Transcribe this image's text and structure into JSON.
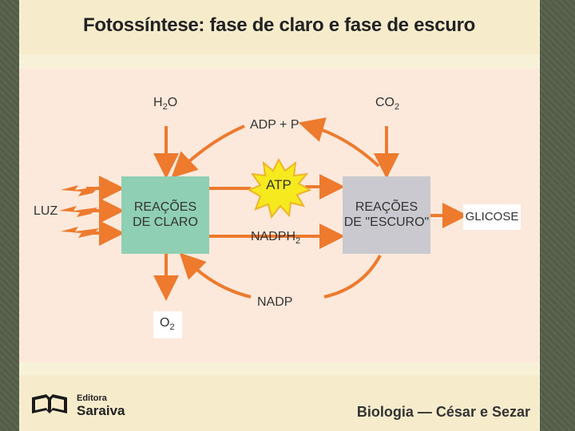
{
  "title": "Fotossíntese: fase de claro e fase de escuro",
  "diagram": {
    "box_light": "REAÇÕES\nDE CLARO",
    "box_dark": "REAÇÕES\nDE \"ESCURO\"",
    "h2o": {
      "base": "H",
      "sub": "2",
      "rest": "O"
    },
    "co2": {
      "base": "CO",
      "sub": "2"
    },
    "adp": "ADP + P",
    "atp": "ATP",
    "nadph2": {
      "base": "NADPH",
      "sub": "2"
    },
    "nadp": "NADP",
    "luz": "LUZ",
    "glicose": "GLICOSE",
    "o2": {
      "base": "O",
      "sub": "2"
    }
  },
  "footer": {
    "publisher_small": "Editora",
    "publisher_big": "Saraiva",
    "credit": "Biologia — César e Sezar"
  },
  "colors": {
    "arrow": "#ee7a2e",
    "light_box": "#8fcfb3",
    "dark_box": "#c9c9cf",
    "atp_burst": "#f6ea1f"
  }
}
